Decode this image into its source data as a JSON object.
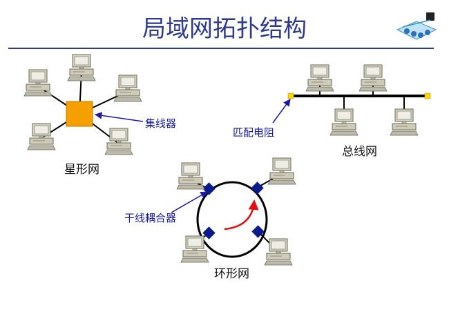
{
  "title": "局域网拓扑结构",
  "topologies": {
    "star": {
      "name": "星形网",
      "hub_label": "集线器"
    },
    "bus": {
      "name": "总线网",
      "terminator_label": "匹配电阻"
    },
    "ring": {
      "name": "环形网",
      "coupler_label": "干线耦合器"
    }
  },
  "colors": {
    "title": "#2f3a8f",
    "title_rule": "#2f3a8f",
    "callout_text": "#1a1aa6",
    "hub": "#f5a000",
    "terminator": "#ffd400",
    "coupler": "#0a1a8a",
    "ring_arrow": "#e01010",
    "computer_body": "#cfcbb8"
  },
  "icons": {
    "corner_logo": "network-logo-icon",
    "node": "computer-icon"
  }
}
